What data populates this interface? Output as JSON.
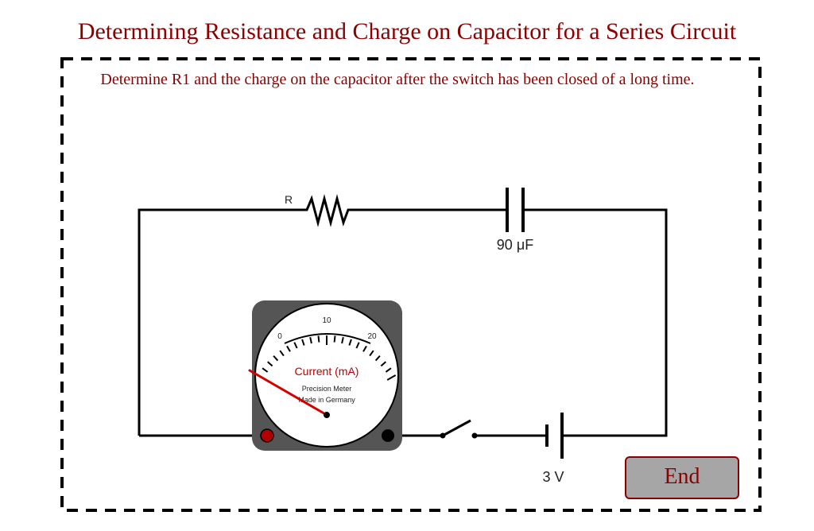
{
  "page": {
    "title": "Determining Resistance and Charge on Capacitor for a Series Circuit",
    "instructions": "Determine R1 and the charge on the capacitor after the switch has been closed of a long time."
  },
  "circuit": {
    "resistor_label": "R",
    "capacitor_label": "90 μF",
    "battery_label": "3 V"
  },
  "meter": {
    "title": "Current (mA)",
    "maker_line1": "Precision Meter",
    "maker_line2": "Made in Germany",
    "scale_labels": [
      "0",
      "10",
      "20"
    ],
    "scale_min": 0,
    "scale_max": 20,
    "reading": 0
  },
  "controls": {
    "end_label": "End"
  },
  "colors": {
    "accent": "#8b0000",
    "needle": "#d40000",
    "meter_body": "#555555",
    "button_bg": "#a6a6a6"
  }
}
